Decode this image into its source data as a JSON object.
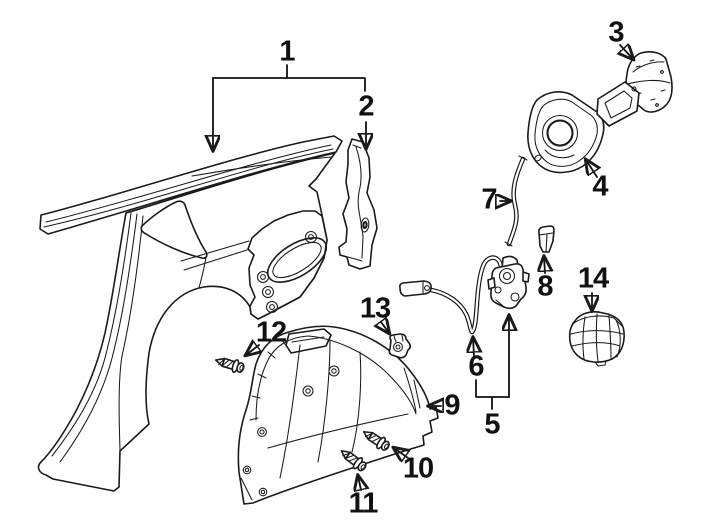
{
  "diagram": {
    "background_color": "#ffffff",
    "line_color": "#1a1a1a",
    "label_color": "#111111"
  },
  "callouts": [
    {
      "number": "1"
    },
    {
      "number": "2"
    },
    {
      "number": "3"
    },
    {
      "number": "4"
    },
    {
      "number": "5"
    },
    {
      "number": "6"
    },
    {
      "number": "7"
    },
    {
      "number": "8"
    },
    {
      "number": "9"
    },
    {
      "number": "10"
    },
    {
      "number": "11"
    },
    {
      "number": "12"
    },
    {
      "number": "13"
    },
    {
      "number": "14"
    }
  ]
}
